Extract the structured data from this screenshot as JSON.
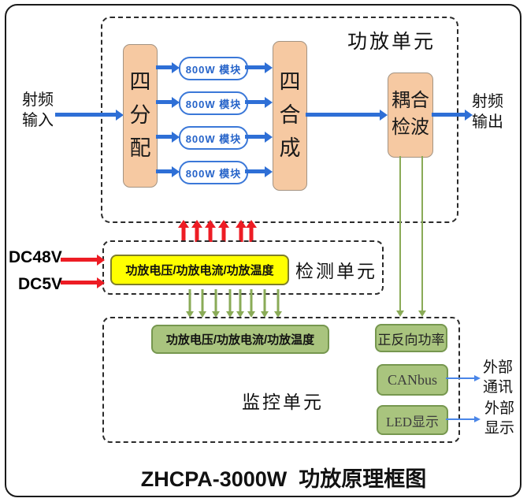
{
  "title": "ZHCPA-3000W  功放原理框图",
  "io": {
    "rf_input": "射频输入",
    "rf_output": "射频输出",
    "dc48v": "DC48V",
    "dc5v": "DC5V",
    "ext_comm": "外部通讯",
    "ext_display": "外部显示"
  },
  "amp_unit": {
    "label": "功放单元",
    "splitter": "四分配",
    "combiner": "四合成",
    "coupler": "耦合检波",
    "modules": [
      "800W 模块",
      "800W 模块",
      "800W 模块",
      "800W 模块"
    ]
  },
  "detect_unit": {
    "label": "检测单元",
    "sense_box": "功放电压/功放电流/功放温度"
  },
  "monitor_unit": {
    "label": "监控单元",
    "sense_box": "功放电压/功放电流/功放温度",
    "power_box": "正反向功率",
    "canbus_box": "CANbus",
    "led_box": "LED显示"
  },
  "colors": {
    "arrow_blue": "#2E6FD6",
    "arrow_red": "#ED1C24",
    "arrow_green": "#8AAB57",
    "thin_arrow_blue": "#4A86E8",
    "box_orange": "#F6C9A2",
    "box_yellow": "#FFFF00",
    "box_green": "#A9C47E",
    "module_border_blue": "#3B78D8",
    "dashed_border": "#2B2B2B"
  }
}
